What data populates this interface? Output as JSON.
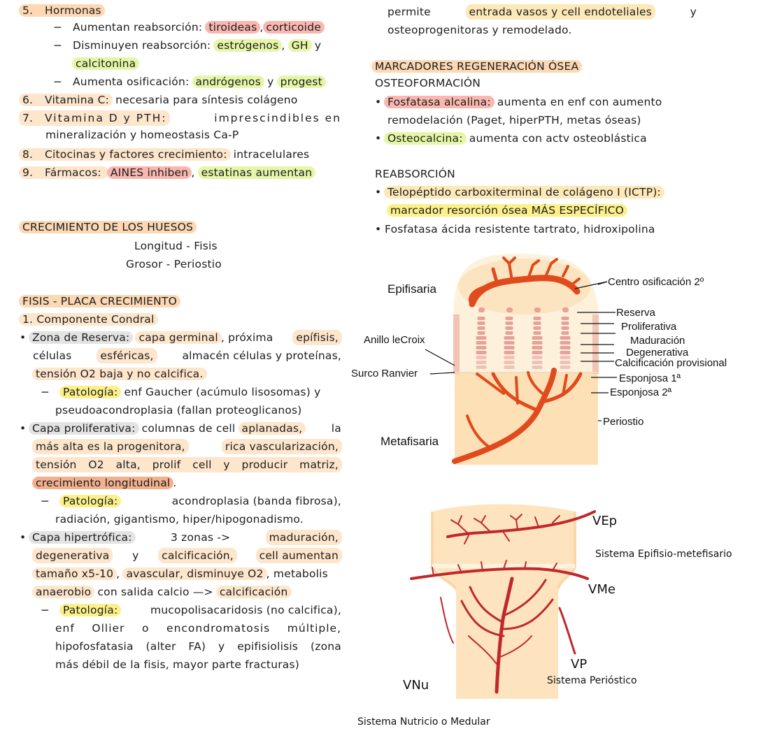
{
  "left": {
    "hormonas": {
      "num": "5.",
      "title": "Hormonas",
      "l1_pre": "Aumentan reabsorción: ",
      "l1_a": "tiroideas",
      "l1_sep": ",",
      "l1_b": "corticoide",
      "l2_pre": "Disminuyen reabsorción: ",
      "l2_a": "estrógenos",
      "l2_sep": ",",
      "l2_b": "GH",
      "l2_post": "y",
      "l3": "calcitonina",
      "l4_pre": "Aumenta osificación: ",
      "l4_a": "andrógenos",
      "l4_mid": "y",
      "l4_b": "progest"
    },
    "vitc": {
      "num": "6.",
      "label": "Vitamina C:",
      "text": " necesaria para síntesis colágeno"
    },
    "vitd": {
      "num": "7.",
      "label": "Vitamina D y PTH:",
      "text": "imprescindibles en",
      "line2": "mineralización y homeostasis Ca-P"
    },
    "cito": {
      "num": "8.",
      "label": "Citocinas y factores crecimiento:",
      "text": " intracelulares"
    },
    "farm": {
      "num": "9.",
      "label": "Fármacos: ",
      "a": "AINES inhiben",
      "sep": ", ",
      "b": "estatinas aumentan"
    },
    "crecimiento": {
      "title": "CRECIMIENTO DE LOS HUESOS",
      "l1": "Longitud - Fisis",
      "l2": "Grosor - Periostio"
    },
    "fisis": {
      "title": "FISIS - PLACA CRECIMIENTO",
      "sub": "1. Componente Condral",
      "res1_a": "Zona de Reserva:",
      "res1_b": "capa germinal",
      "res1_c": ", próxima",
      "res1_d": "epífisis,",
      "res2_a": "células",
      "res2_b": "esféricas,",
      "res2_c": "almacén células y proteínas,",
      "res3": "tensión O2 baja y no calcifica.",
      "pat1_a": "Patología:",
      "pat1_b": " enf Gaucher (acúmulo lisosomas) y",
      "pat1_2": "pseudoacondroplasia (fallan proteoglicanos)",
      "pro1_a": "Capa proliferativa:",
      "pro1_b": " columnas de cell",
      "pro1_c": "aplanadas,",
      "pro1_d": "la",
      "pro2_a": "más alta es la progenitora,",
      "pro2_b": "rica vascularización,",
      "pro3": "tensión O2 alta, prolif cell y producir matriz,",
      "pro4": "crecimiento longitudinal",
      "pro4_dot": ".",
      "pat2_a": "Patología:",
      "pat2_b": "acondroplasia (banda fibrosa),",
      "pat2_2": "radiación, gigantismo, hiper/hipogonadismo.",
      "hip1_a": "Capa hipertrófica:",
      "hip1_b": "3 zonas ->",
      "hip1_c": "maduración,",
      "hip2_a": "degenerativa",
      "hip2_b": "y",
      "hip2_c": "calcificación,",
      "hip2_d": "cell aumentan",
      "hip3_a": "tamaño x5-10",
      "hip3_b": ",",
      "hip3_c": "avascular, disminuye O2",
      "hip3_d": ", metabolis",
      "hip4_a": "anaerobio",
      "hip4_b": " con salida calcio —> ",
      "hip4_c": "calcificación",
      "pat3_a": "Patología:",
      "pat3_b": "mucopolisacaridosis (no calcifica),",
      "pat3_2": "enf Ollier o encondromatosis múltiple,",
      "pat3_3": "hipofosfatasia (alter FA) y epifisiolisis (zona",
      "pat3_4": "más débil de la fisis, mayor parte fracturas)"
    }
  },
  "right": {
    "top1_a": "permite",
    "top1_b": "entrada vasos y cell endoteliales",
    "top1_c": "y",
    "top2": "osteoprogenitoras y remodelado.",
    "marc_title": "MARCADORES REGENERACIÓN ÓSEA",
    "osteo_title": "OSTEOFORMACIÓN",
    "fa_a": "Fosfatasa alcalina:",
    "fa_b": " aumenta en enf con aumento",
    "fa_2": "remodelación (Paget, hiperPTH, metas óseas)",
    "oc_a": "Osteocalcina:",
    "oc_b": " aumenta con actv osteoblástica",
    "reab_title": "REABSORCIÓN",
    "ictp_1": "Telopéptido carboxiterminal de colágeno I (ICTP):",
    "ictp_2": "marcador resorción ósea MÁS ESPECÍFICO",
    "fat": "Fosfatasa ácida resistente tartrato, hidroxipolina"
  },
  "figure1": {
    "epifisaria": "Epifisaria",
    "centro": "Centro osificación 2º",
    "reserva": "Reserva",
    "proliferativa": "Proliferativa",
    "maduracion": "Maduración",
    "degenerativa": "Degenerativa",
    "calcificacion": "Calcificación provisional",
    "esp1": "Esponjosa 1ª",
    "esp2": "Esponjosa 2ª",
    "periostio": "Periostio",
    "metafisaria": "Metafisaria",
    "anillo": "Anillo leCroix",
    "surco": "Surco Ranvier"
  },
  "figure2": {
    "vep": "VEp",
    "sis_epi": "Sistema Epifisio-metefisario",
    "vme": "VMe",
    "vp": "VP",
    "sis_per": "Sistema Perióstico",
    "vnu": "VNu",
    "sis_nut": "Sistema Nutricio o Medular"
  },
  "colors": {
    "vessel": "#e04a1c",
    "vessel_dark": "#c0282a",
    "bone": "#fde6c4",
    "cartilage": "#fdf3df",
    "chondro": "#e9a59c",
    "cyl": "#f0c9b6"
  }
}
